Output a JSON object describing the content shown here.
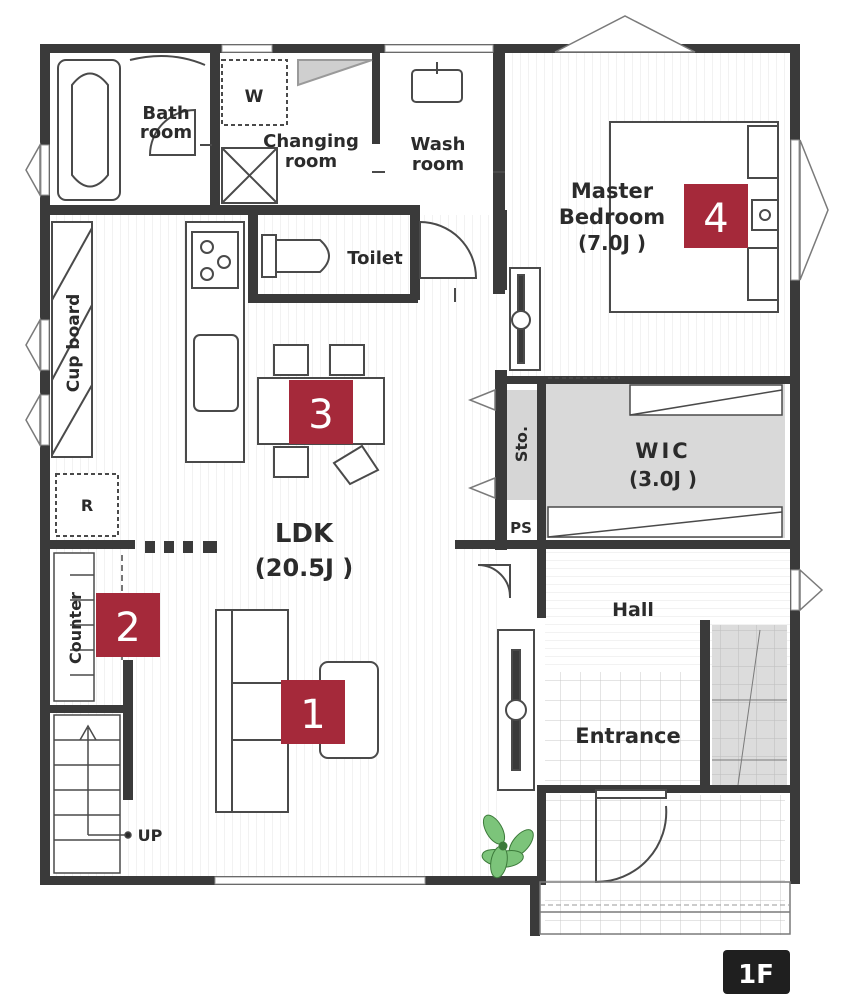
{
  "floor_label": "1F",
  "rooms": {
    "bath": [
      "Bath",
      "room"
    ],
    "washer": "W",
    "changing": [
      "Changing",
      "room"
    ],
    "wash": [
      "Wash",
      "room"
    ],
    "master": [
      "Master",
      "Bedroom",
      "(7.0J )"
    ],
    "toilet": "Toilet",
    "cupboard": "Cup board",
    "storage": "Sto.",
    "wic": [
      "WIC",
      "(3.0J )"
    ],
    "fridge": "R",
    "ps": "PS",
    "ldk": [
      "LDK",
      "(20.5J )"
    ],
    "hall": "Hall",
    "counter": "Counter",
    "entrance": "Entrance",
    "stairs_up": "UP"
  },
  "badges": [
    "1",
    "2",
    "3",
    "4"
  ],
  "colors": {
    "wall": "#3a3a3a",
    "badge": "#a5293a",
    "floor_line": "#e2e2e2",
    "wet_area": "#ffffff",
    "closet": "#d6d6d6",
    "plant": "#7cc47a"
  }
}
